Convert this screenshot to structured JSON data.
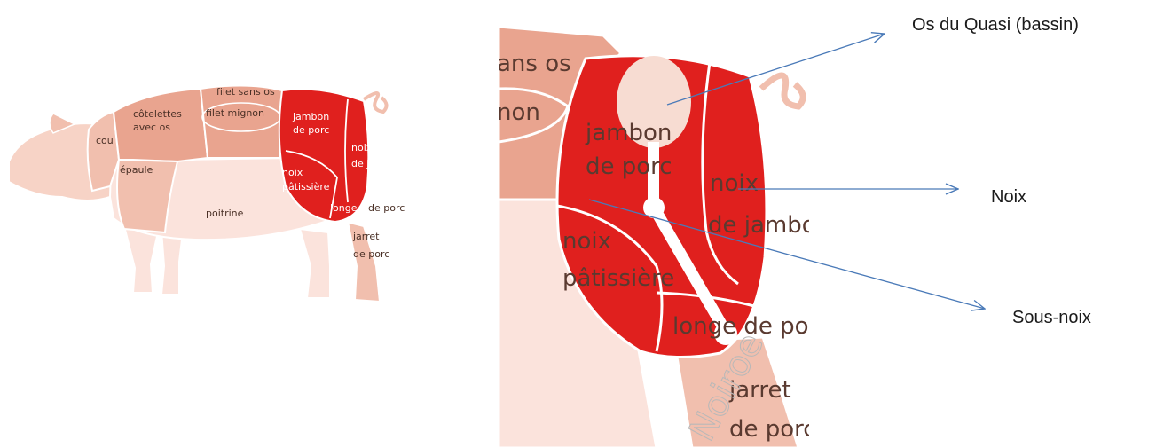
{
  "colors": {
    "skin_light": "#fbe3dc",
    "skin_mid": "#f1bfae",
    "skin_dark": "#e9a48f",
    "ham_red": "#e0201e",
    "ham_red_dark": "#c41414",
    "outline": "#ffffff",
    "bone": "#f7dcd2",
    "arrow": "#4a7ab8",
    "label_text": "#4a3026",
    "watermark": "#b8b8b8"
  },
  "left_diagram": {
    "cuts": {
      "cou": "cou",
      "cotelettes_1": "côtelettes",
      "cotelettes_2": "avec os",
      "filet_sans_os": "filet sans os",
      "filet_mignon": "filet mignon",
      "epaule": "épaule",
      "poitrine": "poitrine",
      "jambon_1": "jambon",
      "jambon_2": "de porc",
      "noix_jambon_1": "noix",
      "noix_jambon_2": "de jambon",
      "noix_patissiere_1": "noix",
      "noix_patissiere_2": "pâtissière",
      "longe_1": "longe",
      "longe_2": "de porc",
      "jarret_1": "jarret",
      "jarret_2": "de porc"
    }
  },
  "zoom_diagram": {
    "cuts": {
      "sans_os": "ans os",
      "mignon": "non",
      "jambon_1": "jambon",
      "jambon_2": "de porc",
      "noix_jambon_1": "noix",
      "noix_jambon_2": "de jambon",
      "noix_patissiere_1": "noix",
      "noix_patissiere_2": "pâtissière",
      "longe": "longe de porc",
      "jarret_1": "jarret",
      "jarret_2": "de porc"
    },
    "watermark": "Noiroe"
  },
  "callouts": {
    "os_du_quasi": "Os du Quasi (bassin)",
    "noix": "Noix",
    "sous_noix": "Sous-noix"
  }
}
